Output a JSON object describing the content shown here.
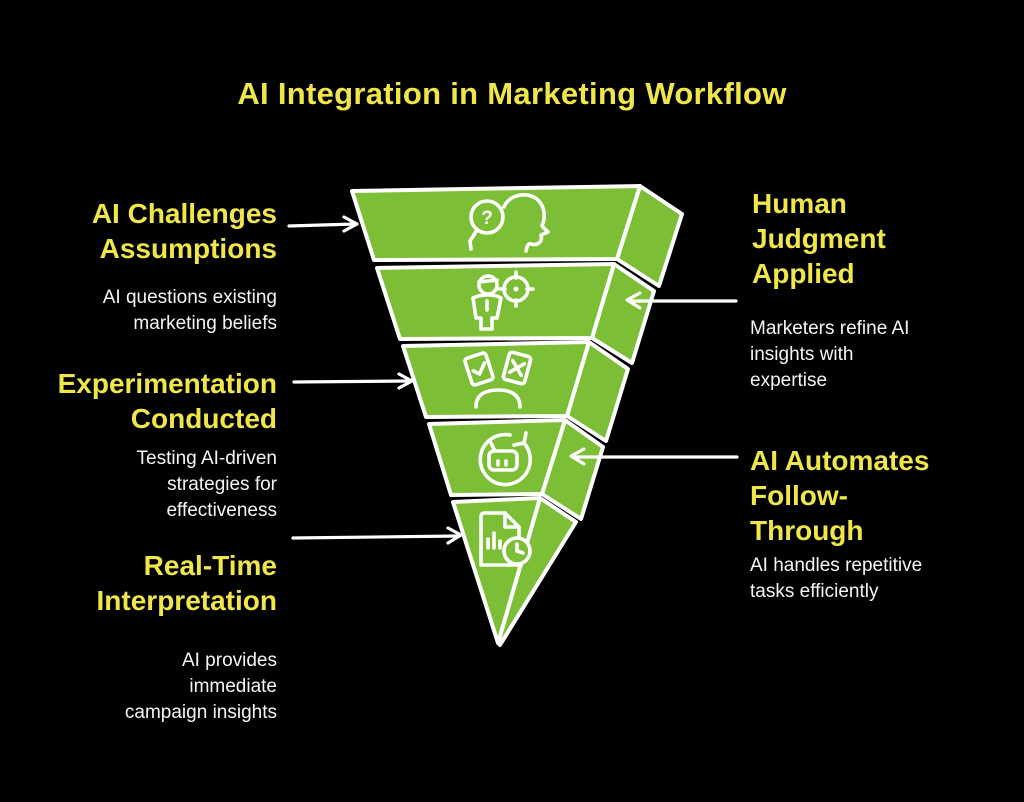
{
  "title": "AI Integration in Marketing Workflow",
  "colors": {
    "background": "#000000",
    "heading_yellow": "#EFE64A",
    "funnel_green": "#7CBE35",
    "body_text": "#F5F5F2",
    "line_white": "#FFFFFF"
  },
  "funnel": {
    "stages": [
      {
        "name": "ai-challenges-assumptions",
        "icon": "head-question-magnifier-icon",
        "glyph": "?"
      },
      {
        "name": "human-judgment-applied",
        "icon": "person-target-icon"
      },
      {
        "name": "experimentation-conducted",
        "icon": "ab-test-cards-icon"
      },
      {
        "name": "ai-automates-follow-through",
        "icon": "robot-refresh-icon"
      },
      {
        "name": "real-time-interpretation",
        "icon": "report-clock-icon"
      }
    ]
  },
  "labels": {
    "left": [
      {
        "heading_lines": [
          "AI Challenges",
          "Assumptions"
        ],
        "desc_lines": [
          "AI questions existing",
          "marketing beliefs"
        ]
      },
      {
        "heading_lines": [
          "Experimentation",
          "Conducted"
        ],
        "desc_lines": [
          "Testing AI-driven",
          "strategies for",
          "effectiveness"
        ]
      },
      {
        "heading_lines": [
          "Real-Time",
          "Interpretation"
        ],
        "desc_lines": [
          "AI provides",
          "immediate",
          "campaign insights"
        ]
      }
    ],
    "right": [
      {
        "heading_lines": [
          "Human",
          "Judgment",
          "Applied"
        ],
        "desc_lines": [
          "Marketers refine AI",
          "insights with",
          "expertise"
        ]
      },
      {
        "heading_lines": [
          "AI Automates",
          "Follow-",
          "Through"
        ],
        "desc_lines": [
          "AI handles repetitive",
          "tasks efficiently"
        ]
      }
    ]
  }
}
